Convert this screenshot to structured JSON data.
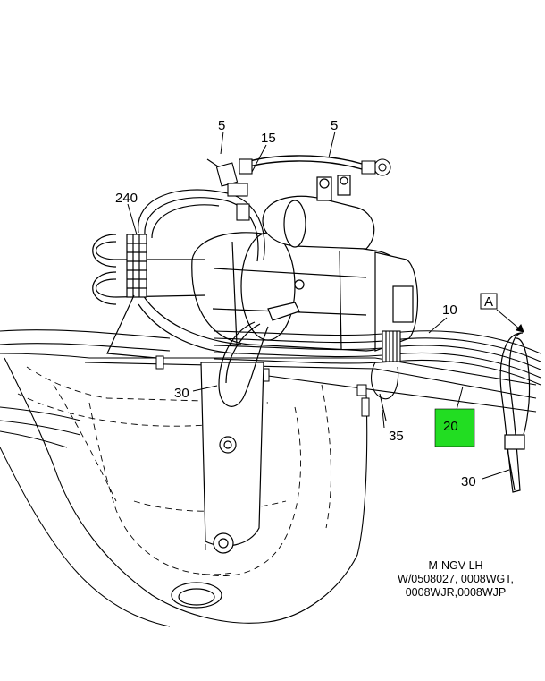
{
  "callouts": {
    "c5a": "5",
    "c15": "15",
    "c5b": "5",
    "c240": "240",
    "c10": "10",
    "cA": "A",
    "c30a": "30",
    "c35": "35",
    "c20": "20",
    "c30b": "30"
  },
  "highlight_color": "#22dd22",
  "caption": {
    "line1": "M-NGV-LH",
    "line2": "W/0508027, 0008WGT,",
    "line3": "0008WJR,0008WJP"
  }
}
